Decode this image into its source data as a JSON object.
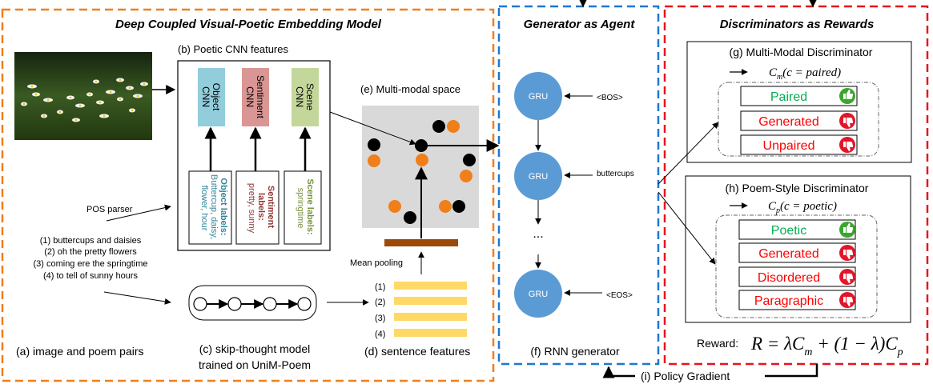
{
  "panels": {
    "embedding_title": "Deep Coupled Visual-Poetic Embedding Model",
    "generator_title": "Generator as Agent",
    "discriminator_title": "Discriminators as Rewards"
  },
  "cnn": {
    "label": "(b) Poetic CNN features",
    "object": "Object CNN",
    "sentiment": "Sentiment CNN",
    "scene": "Scene CNN",
    "object_labels_title": "Object labels:",
    "object_labels_values": [
      "Buttercup, daisy,",
      "flower, hour"
    ],
    "sentiment_labels_title": [
      "Sentiment",
      "labels:"
    ],
    "sentiment_labels_values": "pretty, sunny",
    "scene_labels_title": "Scene labels:",
    "scene_labels_values": "springtime",
    "colors": {
      "object": "#92CDDC",
      "sentiment": "#DA9694",
      "scene": "#C4D79B",
      "object_text": "#31859C",
      "sentiment_text": "#953735",
      "scene_text": "#77933C"
    }
  },
  "input": {
    "pos_parser": "POS parser",
    "poem_lines": [
      "(1) buttercups and daisies",
      "(2) oh the pretty flowers",
      "(3) coming ere the springtime",
      "(4) to tell of sunny hours"
    ],
    "caption": "(a) image and poem pairs"
  },
  "skip_thought": {
    "caption_line1": "(c) skip-thought model",
    "caption_line2": "trained on UniM-Poem"
  },
  "multimodal": {
    "label": "(e) Multi-modal space",
    "mean_pooling": "Mean pooling"
  },
  "sentence_features": {
    "indices": [
      "(1)",
      "(2)",
      "(3)",
      "(4)"
    ],
    "caption": "(d) sentence features"
  },
  "generator": {
    "cell": "GRU",
    "inputs": [
      "<BOS>",
      "buttercups",
      "<EOS>"
    ],
    "ellipsis": "...",
    "caption": "(f) RNN generator"
  },
  "discriminators": {
    "multimodal": {
      "title": "(g) Multi-Modal Discriminator",
      "formula_c": "C",
      "formula_sub": "m",
      "formula_rest": "(c = paired)",
      "options": [
        {
          "label": "Paired",
          "status": "thumbs-up"
        },
        {
          "label": "Generated",
          "status": "thumbs-down"
        },
        {
          "label": "Unpaired",
          "status": "thumbs-down"
        }
      ]
    },
    "poem_style": {
      "title": "(h) Poem-Style Discriminator",
      "formula_c": "C",
      "formula_sub": "p",
      "formula_rest": "(c = poetic)",
      "options": [
        {
          "label": "Poetic",
          "status": "thumbs-up"
        },
        {
          "label": "Generated",
          "status": "thumbs-down"
        },
        {
          "label": "Disordered",
          "status": "thumbs-down"
        },
        {
          "label": "Paragraphic",
          "status": "thumbs-down"
        }
      ]
    },
    "reward_label": "Reward:",
    "reward_formula": {
      "a": "R = λC",
      "a_sub": "m",
      "b": " + (1 − λ)C",
      "b_sub": "p"
    }
  },
  "policy_gradient": "(i) Policy Gradient",
  "colors": {
    "orange": "#F07F1A",
    "blue": "#1F77D0",
    "red": "#E8141C",
    "gru": "#5B9BD5",
    "good": "#00B050",
    "bad": "#FF0000",
    "brown": "#9C4A0A",
    "yellow": "#FFD966"
  }
}
